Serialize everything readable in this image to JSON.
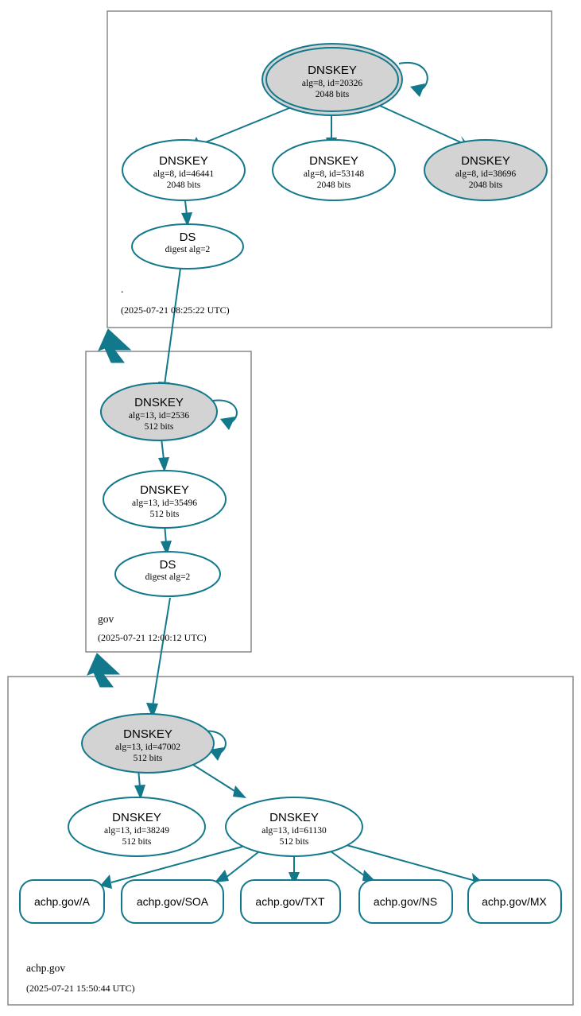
{
  "diagram": {
    "type": "dnssec-authentication-chain",
    "accent_color": "#12788c",
    "shaded_fill": "#d3d3d3",
    "zone_border_color": "#888888",
    "background": "#ffffff"
  },
  "zones": [
    {
      "id": "root",
      "label": ".",
      "timestamp": "(2025-07-21 08:25:22 UTC)",
      "nodes": [
        {
          "id": "root-ksk",
          "kind": "DNSKEY",
          "title": "DNSKEY",
          "line2": "alg=8, id=20326",
          "line3": "2048 bits",
          "shaded": true,
          "trust_anchor": true,
          "self_signed": true
        },
        {
          "id": "root-zsk-46441",
          "kind": "DNSKEY",
          "title": "DNSKEY",
          "line2": "alg=8, id=46441",
          "line3": "2048 bits",
          "shaded": false,
          "trust_anchor": false,
          "self_signed": false
        },
        {
          "id": "root-zsk-53148",
          "kind": "DNSKEY",
          "title": "DNSKEY",
          "line2": "alg=8, id=53148",
          "line3": "2048 bits",
          "shaded": false,
          "trust_anchor": false,
          "self_signed": false
        },
        {
          "id": "root-zsk-38696",
          "kind": "DNSKEY",
          "title": "DNSKEY",
          "line2": "alg=8, id=38696",
          "line3": "2048 bits",
          "shaded": true,
          "trust_anchor": false,
          "self_signed": false
        },
        {
          "id": "root-ds",
          "kind": "DS",
          "title": "DS",
          "line2": "digest alg=2",
          "line3": "",
          "shaded": false,
          "trust_anchor": false,
          "self_signed": false
        }
      ]
    },
    {
      "id": "gov",
      "label": "gov",
      "timestamp": "(2025-07-21 12:00:12 UTC)",
      "nodes": [
        {
          "id": "gov-ksk",
          "kind": "DNSKEY",
          "title": "DNSKEY",
          "line2": "alg=13, id=2536",
          "line3": "512 bits",
          "shaded": true,
          "trust_anchor": false,
          "self_signed": true
        },
        {
          "id": "gov-zsk-35496",
          "kind": "DNSKEY",
          "title": "DNSKEY",
          "line2": "alg=13, id=35496",
          "line3": "512 bits",
          "shaded": false,
          "trust_anchor": false,
          "self_signed": false
        },
        {
          "id": "gov-ds",
          "kind": "DS",
          "title": "DS",
          "line2": "digest alg=2",
          "line3": "",
          "shaded": false,
          "trust_anchor": false,
          "self_signed": false
        }
      ]
    },
    {
      "id": "achp",
      "label": "achp.gov",
      "timestamp": "(2025-07-21 15:50:44 UTC)",
      "nodes": [
        {
          "id": "achp-ksk",
          "kind": "DNSKEY",
          "title": "DNSKEY",
          "line2": "alg=13, id=47002",
          "line3": "512 bits",
          "shaded": true,
          "trust_anchor": false,
          "self_signed": true
        },
        {
          "id": "achp-zsk-38249",
          "kind": "DNSKEY",
          "title": "DNSKEY",
          "line2": "alg=13, id=38249",
          "line3": "512 bits",
          "shaded": false,
          "trust_anchor": false,
          "self_signed": false
        },
        {
          "id": "achp-zsk-61130",
          "kind": "DNSKEY",
          "title": "DNSKEY",
          "line2": "alg=13, id=61130",
          "line3": "512 bits",
          "shaded": false,
          "trust_anchor": false,
          "self_signed": false
        }
      ],
      "rrsets": [
        {
          "id": "rr-a",
          "label": "achp.gov/A"
        },
        {
          "id": "rr-soa",
          "label": "achp.gov/SOA"
        },
        {
          "id": "rr-txt",
          "label": "achp.gov/TXT"
        },
        {
          "id": "rr-ns",
          "label": "achp.gov/NS"
        },
        {
          "id": "rr-mx",
          "label": "achp.gov/MX"
        }
      ]
    }
  ]
}
